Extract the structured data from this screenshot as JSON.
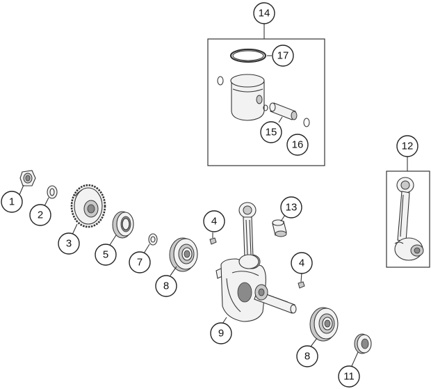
{
  "diagram": {
    "callouts": {
      "c1": "1",
      "c2": "2",
      "c3": "3",
      "c4a": "4",
      "c4b": "4",
      "c5": "5",
      "c7": "7",
      "c8a": "8",
      "c8b": "8",
      "c9": "9",
      "c11": "11",
      "c12": "12",
      "c13": "13",
      "c14": "14",
      "c15": "15",
      "c16": "16",
      "c17": "17"
    }
  }
}
